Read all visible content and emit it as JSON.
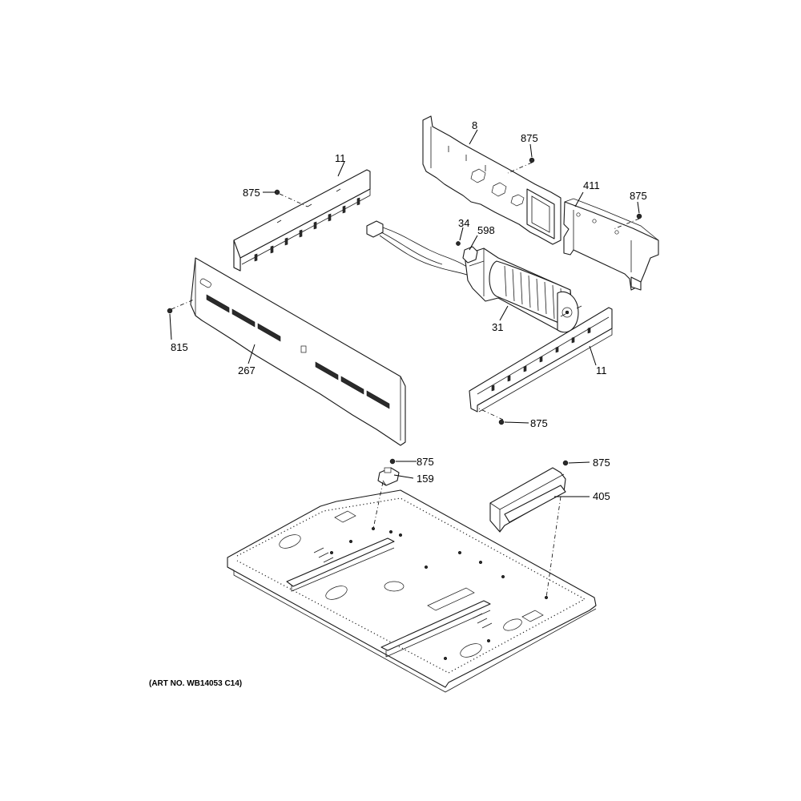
{
  "callouts": {
    "c8": "8",
    "c875_top_right": "875",
    "c411": "411",
    "c875_far_right": "875",
    "c11_top_left": "11",
    "c875_left": "875",
    "c34": "34",
    "c598": "598",
    "c31": "31",
    "c815": "815",
    "c267": "267",
    "c11_right": "11",
    "c875_lower_right_rail": "875",
    "c875_thermostat": "875",
    "c159": "159",
    "c875_bracket": "875",
    "c405": "405"
  },
  "art_number": "(ART NO. WB14053 C14)",
  "colors": {
    "line": "#1a1a1a",
    "background": "#ffffff"
  }
}
